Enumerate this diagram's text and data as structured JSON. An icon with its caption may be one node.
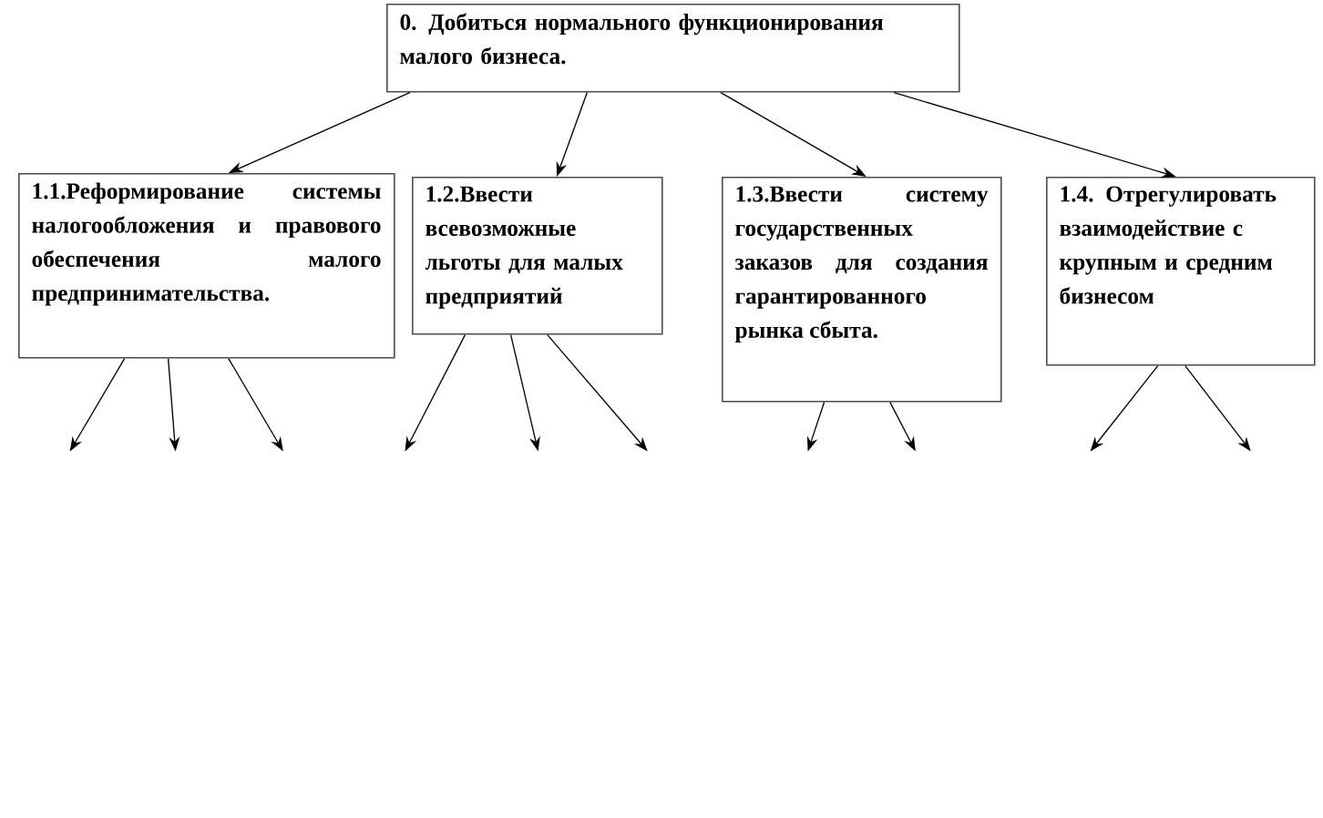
{
  "diagram": {
    "nodes": [
      {
        "text": [
          "0. Добиться нормального функционирования малого бизнеса."
        ]
      },
      {
        "text": [
          "1.1.Реформирование системы налогообложения и правового обеспечения малого предпринимательства."
        ]
      },
      {
        "text": [
          "1.2.Ввести всевозможные льготы для малых предприятий"
        ]
      },
      {
        "text": [
          "1.3.Ввести систему государственных заказов для создания гарантированного рынка сбыта."
        ]
      },
      {
        "text": [
          "1.4. Отрегулировать взаимодействие с крупным и средним бизнесом"
        ]
      }
    ],
    "edges": [
      {
        "from": 0,
        "to": 1,
        "arrow": "to"
      },
      {
        "from": 0,
        "to": 2,
        "arrow": "to"
      },
      {
        "from": 0,
        "to": 3,
        "arrow": "to"
      },
      {
        "from": 0,
        "to": 4,
        "arrow": "to"
      },
      {
        "from": 1,
        "to": null,
        "arrow": "to"
      },
      {
        "from": 1,
        "to": null,
        "arrow": "to"
      },
      {
        "from": 1,
        "to": null,
        "arrow": "to"
      },
      {
        "from": 2,
        "to": null,
        "arrow": "to"
      },
      {
        "from": 2,
        "to": null,
        "arrow": "to"
      },
      {
        "from": 2,
        "to": null,
        "arrow": "to"
      },
      {
        "from": 3,
        "to": null,
        "arrow": "to"
      },
      {
        "from": 3,
        "to": null,
        "arrow": "to"
      },
      {
        "from": 4,
        "to": null,
        "arrow": "to"
      },
      {
        "from": 4,
        "to": null,
        "arrow": "to"
      }
    ]
  }
}
